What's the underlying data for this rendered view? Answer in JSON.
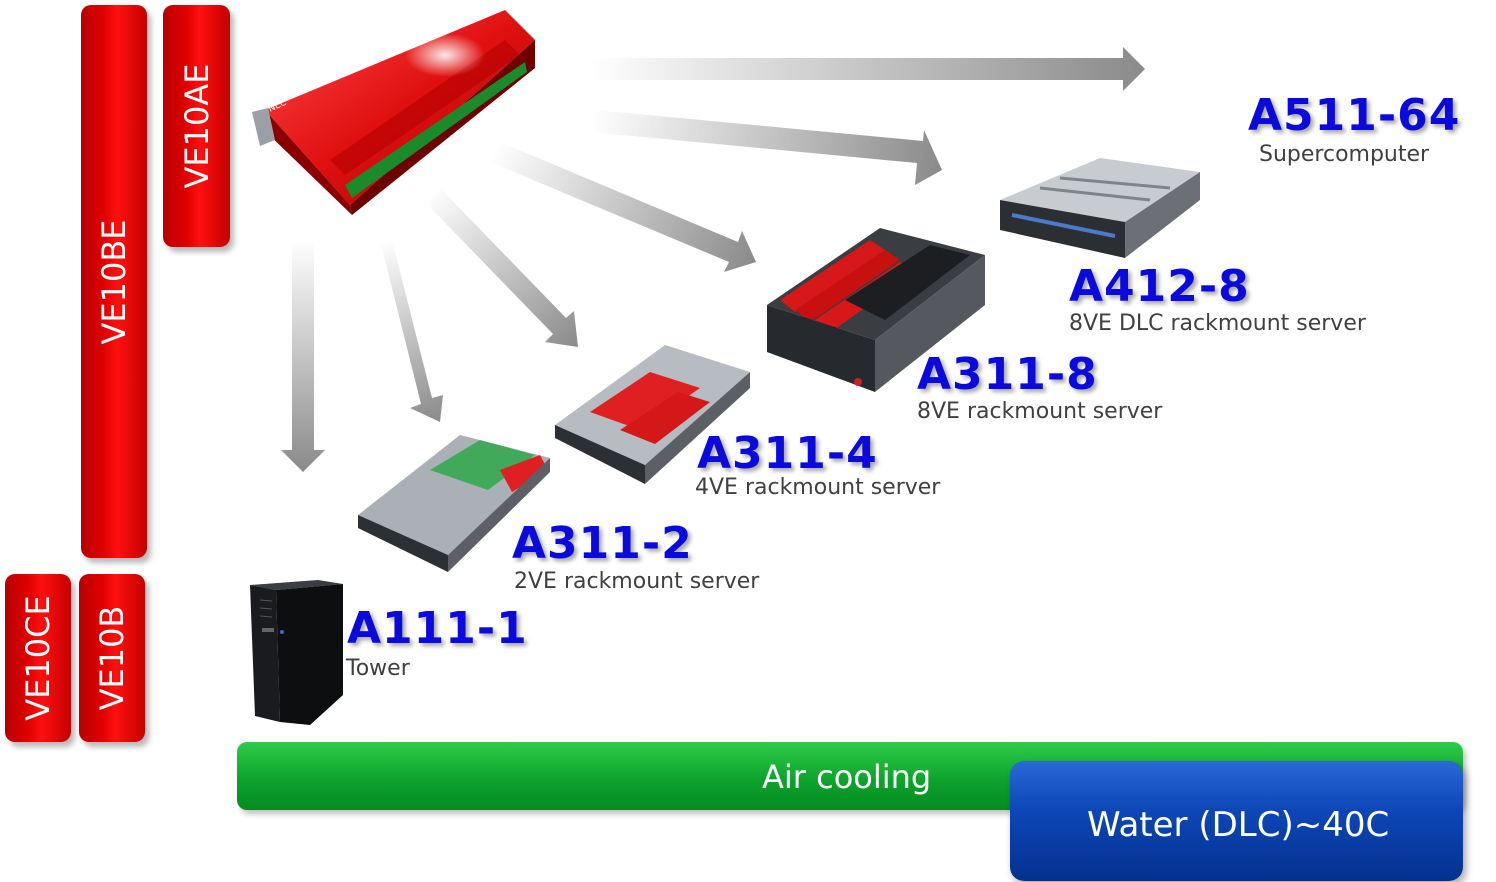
{
  "accelerators": {
    "ve10ae": "VE10AE",
    "ve10be": "VE10BE",
    "ve10ce": "VE10CE",
    "ve10b": "VE10B"
  },
  "card": {
    "brand": "NEC"
  },
  "systems": [
    {
      "model": "A511-64",
      "description": "Supercomputer"
    },
    {
      "model": "A412-8",
      "description": "8VE DLC rackmount server"
    },
    {
      "model": "A311-8",
      "description": "8VE rackmount server"
    },
    {
      "model": "A311-4",
      "description": "4VE rackmount server"
    },
    {
      "model": "A311-2",
      "description": "2VE rackmount server"
    },
    {
      "model": "A111-1",
      "description": "Tower"
    }
  ],
  "cooling": {
    "air": "Air cooling",
    "water": "Water (DLC)~40C"
  },
  "colors": {
    "accelerator": "#e00000",
    "model_text": "#0a0add",
    "air": "#0da42c",
    "water": "#0d47b8"
  }
}
